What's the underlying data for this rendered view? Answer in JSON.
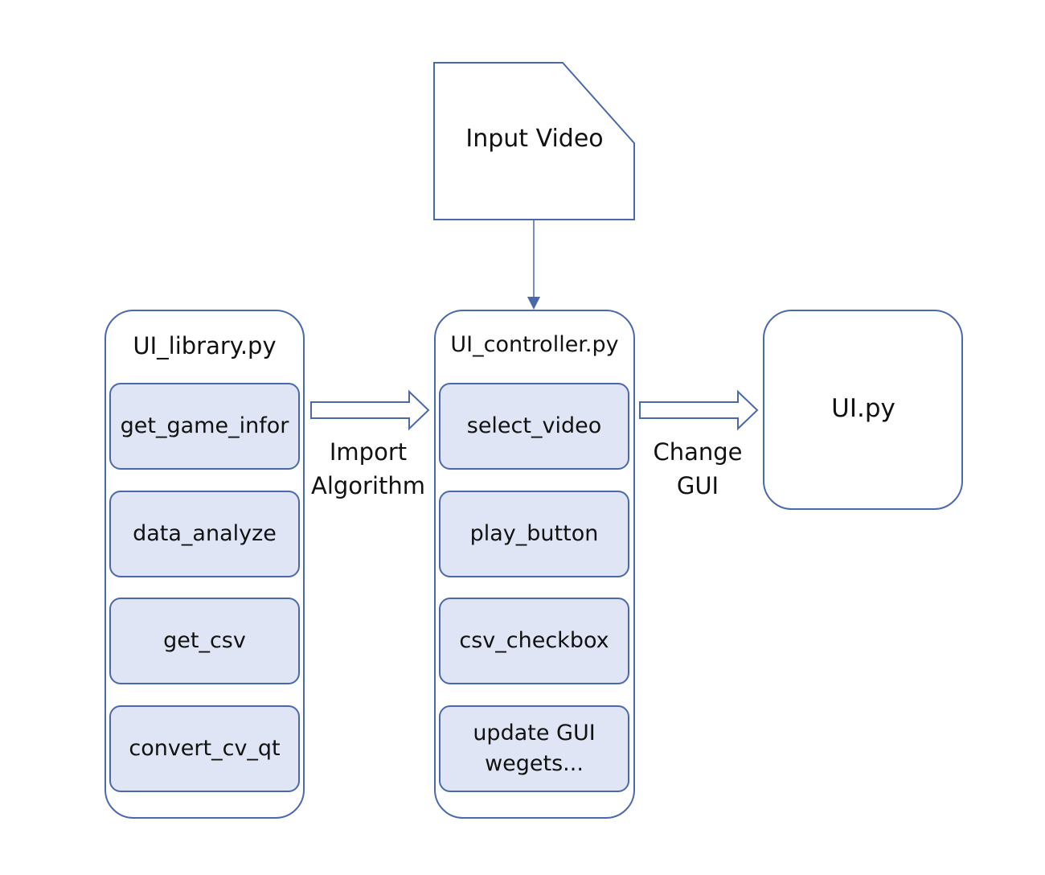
{
  "input_node": {
    "label": "Input Video"
  },
  "library": {
    "title": "UI_library.py",
    "items": [
      "get_game_infor",
      "data_analyze",
      "get_csv",
      "convert_cv_qt"
    ]
  },
  "controller": {
    "title": "UI_controller.py",
    "items": [
      "select_video",
      "play_button",
      "csv_checkbox",
      "update GUI\nwegets..."
    ]
  },
  "ui_node": {
    "label": "UI.py"
  },
  "edges": {
    "import_label": "Import\nAlgorithm",
    "change_label": "Change\nGUI"
  },
  "colors": {
    "stroke": "#4a69ad",
    "fill_light": "#dfe5f4"
  }
}
